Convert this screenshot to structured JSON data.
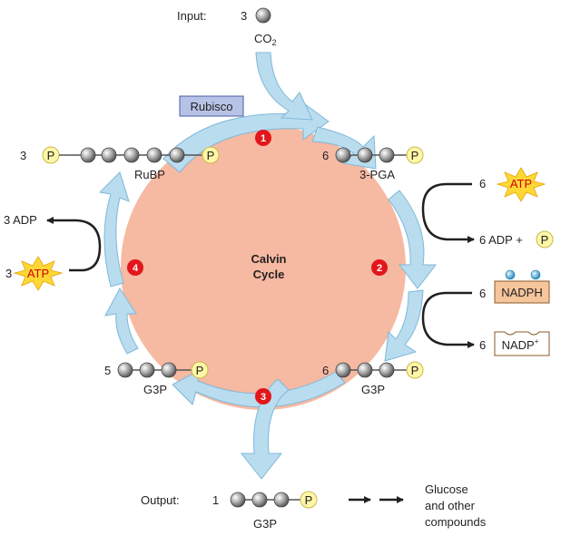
{
  "input": {
    "label": "Input:",
    "count": "3",
    "molecule_main": "CO",
    "molecule_sub": "2"
  },
  "output": {
    "label": "Output:",
    "count": "1",
    "molecule": "G3P",
    "result_line1": "Glucose",
    "result_line2": "and other",
    "result_line3": "compounds"
  },
  "center": {
    "line1": "Calvin",
    "line2": "Cycle"
  },
  "enzyme": "Rubisco",
  "steps": [
    "1",
    "2",
    "3",
    "4"
  ],
  "molecules": {
    "rubp": {
      "count": "3",
      "label": "RuBP",
      "phosphate": "P"
    },
    "pga": {
      "count": "6",
      "label": "3-PGA",
      "phosphate": "P"
    },
    "g3p_right": {
      "count": "6",
      "label": "G3P",
      "phosphate": "P"
    },
    "g3p_left": {
      "count": "5",
      "label": "G3P",
      "phosphate": "P"
    }
  },
  "energy": {
    "atp_in_count": "6",
    "atp": "ATP",
    "adp_out": "6 ADP +",
    "phosphate": "P",
    "nadph_count": "6",
    "nadph": "NADPH",
    "nadp_count": "6",
    "nadp_main": "NADP",
    "nadp_sup": "+",
    "adp_left": "3 ADP",
    "atp_left_count": "3"
  },
  "colors": {
    "cycle_fill": "#f6b9a2",
    "arrow_fill": "#b9dcef",
    "arrow_stroke": "#7fb8d9",
    "phosphate_fill": "#fff7a8",
    "atp_star": "#fdd835",
    "step_badge": "#e2161b",
    "rubisco_fill": "#b7c3e6",
    "nadph_fill": "#f5c59b",
    "carbon_fill": "#8c8c8c"
  }
}
